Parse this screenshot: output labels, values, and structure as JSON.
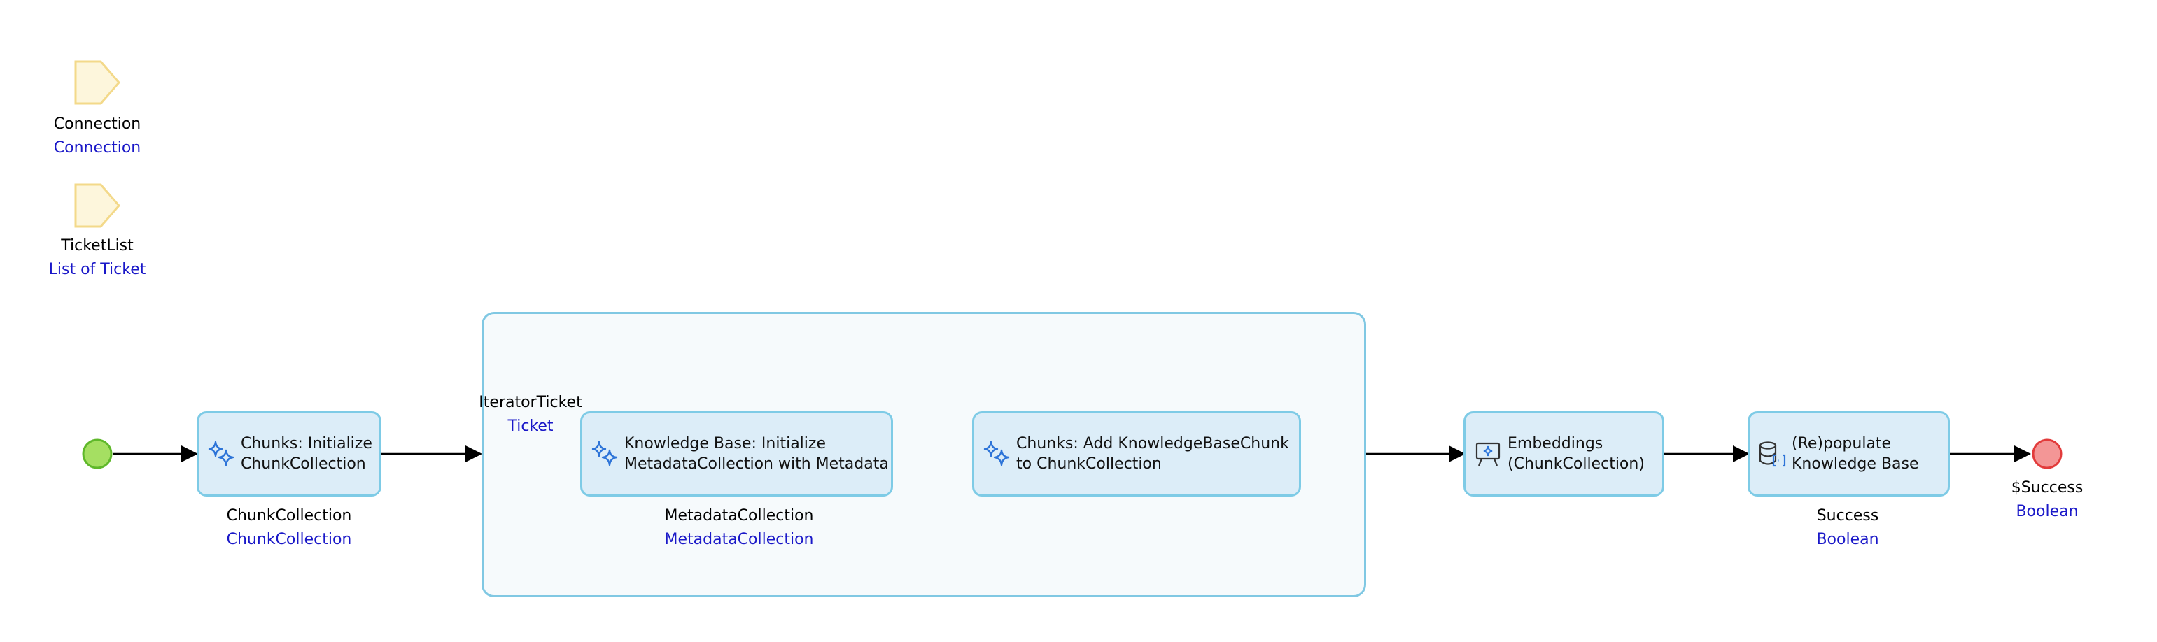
{
  "parameters": [
    {
      "name": "Connection",
      "type": "Connection"
    },
    {
      "name": "TicketList",
      "type": "List of Ticket"
    }
  ],
  "loop": {
    "iterator": {
      "name": "IteratorTicket",
      "type": "Ticket"
    }
  },
  "activities": [
    {
      "id": "a1",
      "title": "Chunks: Initialize\nChunkCollection",
      "icon": "sparkle-icon",
      "output": {
        "name": "ChunkCollection",
        "type": "ChunkCollection"
      }
    },
    {
      "id": "a2",
      "title": "Knowledge Base: Initialize\nMetadataCollection with Metadata",
      "icon": "sparkle-icon",
      "output": {
        "name": "MetadataCollection",
        "type": "MetadataCollection"
      }
    },
    {
      "id": "a3",
      "title": "Chunks: Add KnowledgeBaseChunk\nto ChunkCollection",
      "icon": "sparkle-icon"
    },
    {
      "id": "a4",
      "title": "Embeddings\n(ChunkCollection)",
      "icon": "presentation-board-icon"
    },
    {
      "id": "a5",
      "title": "(Re)populate\nKnowledge Base",
      "icon": "database-icon",
      "output": {
        "name": "Success",
        "type": "Boolean"
      }
    }
  ],
  "end_event": {
    "name": "$Success",
    "type": "Boolean"
  },
  "colors": {
    "activity_fill": "#dcedf8",
    "activity_border": "#7ecbe6",
    "parameter_fill": "#fdf6dc",
    "parameter_border": "#f3d98a",
    "start_fill": "#a5df62",
    "start_border": "#5fb82a",
    "end_fill": "#f39696",
    "end_border": "#e23b3b",
    "type_text": "#1a18c8",
    "icon_blue": "#2d74d8"
  }
}
